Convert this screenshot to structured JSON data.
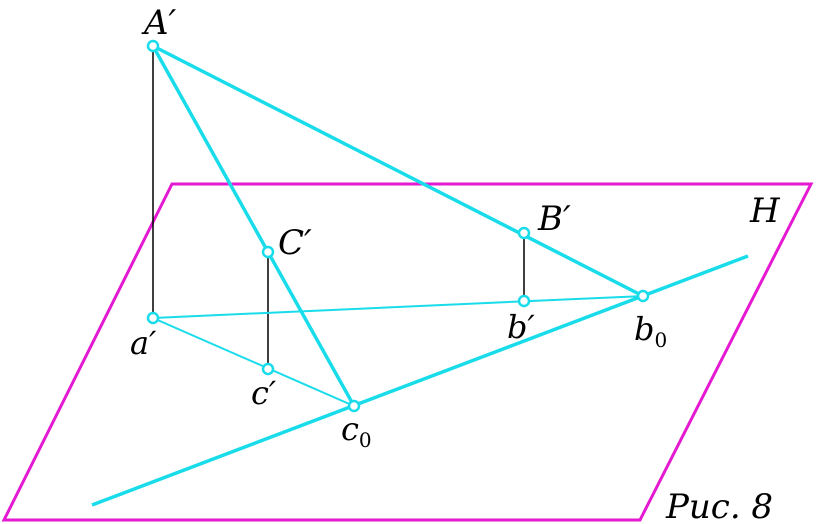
{
  "colors": {
    "plane": "#e619d2",
    "line": "#19dcea",
    "projector": "#000000",
    "point_fill": "#ffffff"
  },
  "labels": {
    "A_prime": "A′",
    "B_prime": "B′",
    "C_prime": "C′",
    "a_prime": "a′",
    "b_prime": "b′",
    "c_prime": "c′",
    "b0_base": "b",
    "b0_sub": "0",
    "c0_base": "c",
    "c0_sub": "0",
    "plane": "H"
  },
  "caption": "Рис. 8"
}
